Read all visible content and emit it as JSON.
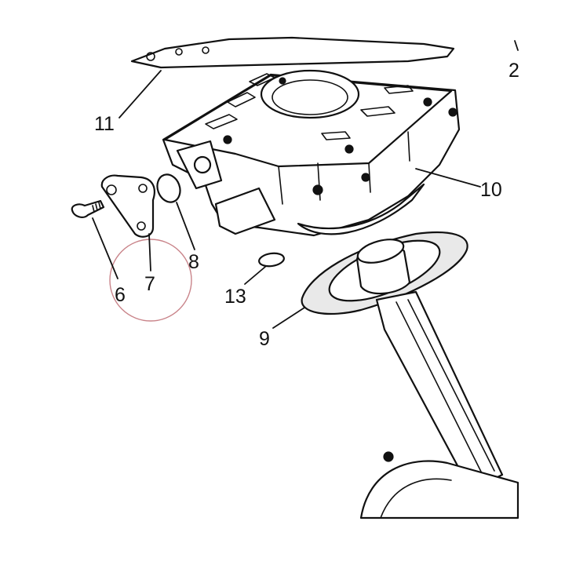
{
  "diagram": {
    "callouts": [
      {
        "id": "callout-11",
        "text": "11"
      },
      {
        "id": "callout-10",
        "text": "10"
      },
      {
        "id": "callout-8",
        "text": "8"
      },
      {
        "id": "callout-7",
        "text": "7"
      },
      {
        "id": "callout-6",
        "text": "6"
      },
      {
        "id": "callout-13",
        "text": "13"
      },
      {
        "id": "callout-9",
        "text": "9"
      },
      {
        "id": "callout-2",
        "text": "2"
      }
    ],
    "colors": {
      "ink": "#111111",
      "paper": "#ffffff",
      "highlight_circle": "#c9848a",
      "gasket_fill": "#e9e9e9"
    }
  }
}
